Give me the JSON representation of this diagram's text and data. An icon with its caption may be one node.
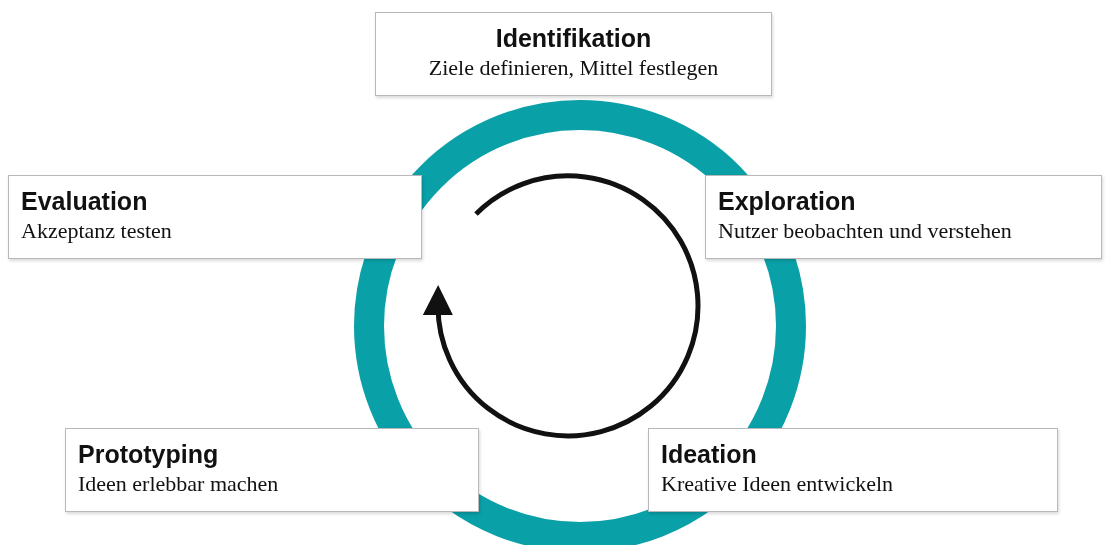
{
  "diagram": {
    "nodes": [
      {
        "text": [
          "Identifikation",
          "Ziele definieren, Mittel festlegen"
        ]
      },
      {
        "text": [
          "Evaluation",
          "Akzeptanz testen"
        ]
      },
      {
        "text": [
          "Exploration",
          "Nutzer beobachten und verstehen"
        ]
      },
      {
        "text": [
          "Prototyping",
          "Ideen erlebbar machen"
        ]
      },
      {
        "text": [
          "Ideation",
          "Kreative Ideen entwickeln"
        ]
      }
    ]
  }
}
